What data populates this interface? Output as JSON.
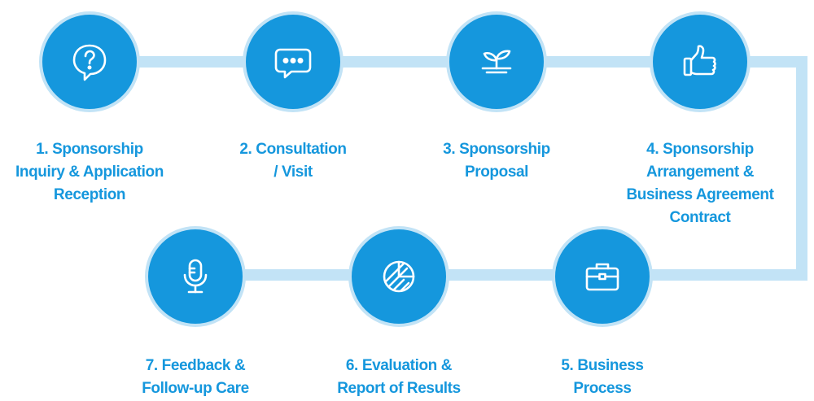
{
  "colors": {
    "accent": "#1597dd",
    "connector": "#c2e3f6"
  },
  "steps": [
    {
      "icon": "question-bubble-icon",
      "lines": [
        "1. Sponsorship",
        "Inquiry & Application",
        "Reception"
      ]
    },
    {
      "icon": "chat-bubble-icon",
      "lines": [
        "2. Consultation",
        "/ Visit"
      ]
    },
    {
      "icon": "sprout-icon",
      "lines": [
        "3. Sponsorship",
        "Proposal"
      ]
    },
    {
      "icon": "thumbs-up-icon",
      "lines": [
        "4. Sponsorship",
        "Arrangement &",
        "Business Agreement",
        "Contract"
      ]
    },
    {
      "icon": "briefcase-icon",
      "lines": [
        "5. Business",
        "Process"
      ]
    },
    {
      "icon": "pie-chart-icon",
      "lines": [
        "6. Evaluation &",
        "Report of Results"
      ]
    },
    {
      "icon": "microphone-icon",
      "lines": [
        "7. Feedback &",
        "Follow-up Care"
      ]
    }
  ]
}
